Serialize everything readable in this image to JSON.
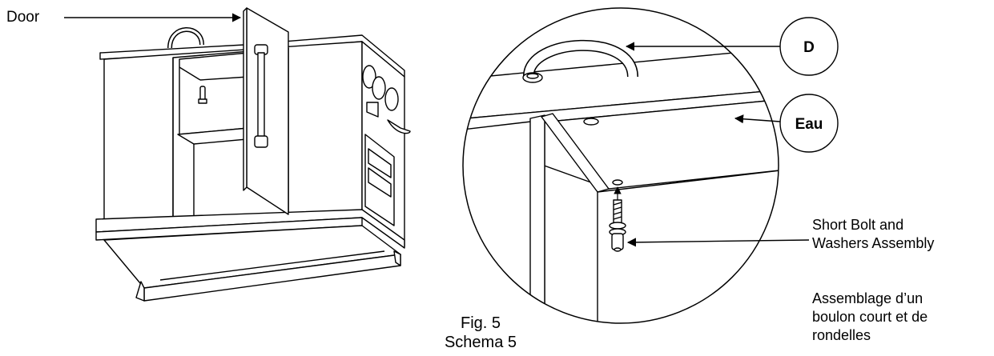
{
  "labels": {
    "door": "Door",
    "callout_d": "D",
    "callout_eau": "Eau",
    "bolt_en_line1": "Short Bolt and",
    "bolt_en_line2": "Washers Assembly",
    "bolt_fr_line1": "Assemblage d’un",
    "bolt_fr_line2": "boulon court et de",
    "bolt_fr_line3": "rondelles"
  },
  "caption": {
    "line1": "Fig. 5",
    "line2": "Schema 5"
  },
  "colors": {
    "stroke": "#000000",
    "background": "#ffffff"
  }
}
